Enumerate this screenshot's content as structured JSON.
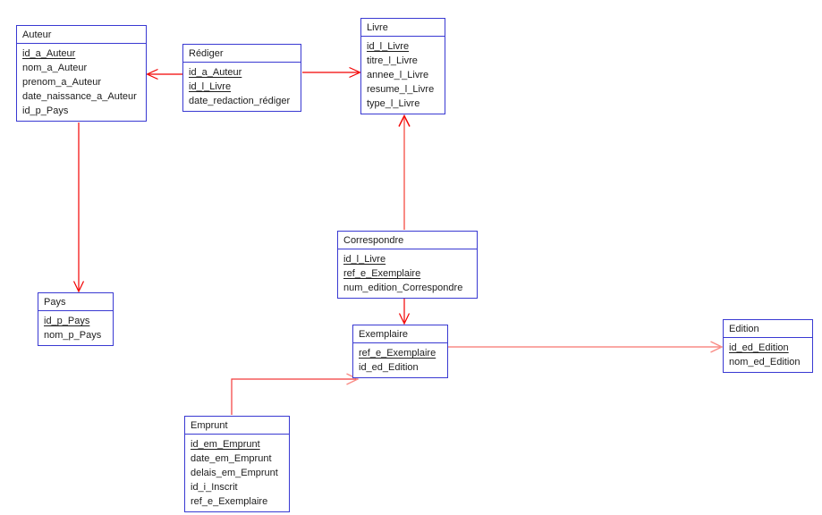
{
  "diagram": {
    "kind": "entity-relationship-diagram",
    "background": "#ffffff"
  },
  "colors": {
    "entity_border": "#3939d2",
    "entity_fill": "#ffffff",
    "text": "#1c1c1c",
    "relation_red": "#f20000",
    "relation_red_light": "#f98b85"
  },
  "entities": [
    {
      "id": "auteur",
      "title": "Auteur",
      "fields": [
        {
          "label": "id_a_Auteur",
          "pk": true
        },
        {
          "label": "nom_a_Auteur",
          "pk": false
        },
        {
          "label": "prenom_a_Auteur",
          "pk": false
        },
        {
          "label": "date_naissance_a_Auteur",
          "pk": false
        },
        {
          "label": "id_p_Pays",
          "pk": false
        }
      ]
    },
    {
      "id": "rediger",
      "title": "Rédiger",
      "fields": [
        {
          "label": "id_a_Auteur",
          "pk": true
        },
        {
          "label": "id_l_Livre",
          "pk": true
        },
        {
          "label": "date_redaction_rédiger",
          "pk": false
        }
      ]
    },
    {
      "id": "livre",
      "title": "Livre",
      "fields": [
        {
          "label": "id_l_Livre",
          "pk": true
        },
        {
          "label": "titre_l_Livre",
          "pk": false
        },
        {
          "label": "annee_l_Livre",
          "pk": false
        },
        {
          "label": "resume_l_Livre",
          "pk": false
        },
        {
          "label": "type_l_Livre",
          "pk": false
        }
      ]
    },
    {
      "id": "correspondre",
      "title": "Correspondre",
      "fields": [
        {
          "label": "id_l_Livre",
          "pk": true
        },
        {
          "label": "ref_e_Exemplaire",
          "pk": true
        },
        {
          "label": "num_edition_Correspondre",
          "pk": false
        }
      ]
    },
    {
      "id": "pays",
      "title": "Pays",
      "fields": [
        {
          "label": "id_p_Pays",
          "pk": true
        },
        {
          "label": "nom_p_Pays",
          "pk": false
        }
      ]
    },
    {
      "id": "exemplaire",
      "title": "Exemplaire",
      "fields": [
        {
          "label": "ref_e_Exemplaire",
          "pk": true
        },
        {
          "label": "id_ed_Edition",
          "pk": false
        }
      ]
    },
    {
      "id": "edition",
      "title": "Edition",
      "fields": [
        {
          "label": "id_ed_Edition",
          "pk": true
        },
        {
          "label": "nom_ed_Edition",
          "pk": false
        }
      ]
    },
    {
      "id": "emprunt",
      "title": "Emprunt",
      "fields": [
        {
          "label": "id_em_Emprunt",
          "pk": true
        },
        {
          "label": "date_em_Emprunt",
          "pk": false
        },
        {
          "label": "delais_em_Emprunt",
          "pk": false
        },
        {
          "label": "id_i_Inscrit",
          "pk": false
        },
        {
          "label": "ref_e_Exemplaire",
          "pk": false
        }
      ]
    }
  ],
  "relations": [
    {
      "from": "Rédiger",
      "to": "Auteur",
      "arrow_at": "Auteur"
    },
    {
      "from": "Rédiger",
      "to": "Livre",
      "arrow_at": "Livre"
    },
    {
      "from": "Auteur",
      "to": "Pays",
      "arrow_at": "Pays"
    },
    {
      "from": "Correspondre",
      "to": "Livre",
      "arrow_at": "Livre"
    },
    {
      "from": "Correspondre",
      "to": "Exemplaire",
      "arrow_at": "Exemplaire"
    },
    {
      "from": "Exemplaire",
      "to": "Edition",
      "arrow_at": "Edition"
    },
    {
      "from": "Emprunt",
      "to": "Exemplaire",
      "arrow_at": "Exemplaire"
    }
  ]
}
